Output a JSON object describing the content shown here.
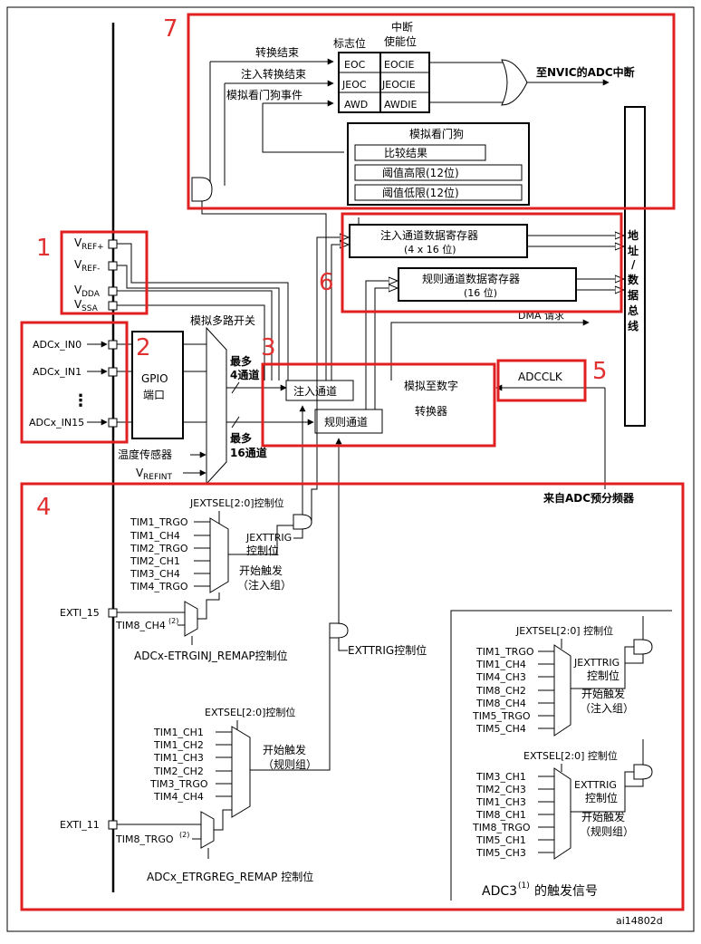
{
  "region_numbers": [
    "1",
    "2",
    "3",
    "4",
    "5",
    "6",
    "7"
  ],
  "interrupt": {
    "flag_header": "标志位",
    "enable_header_1": "中断",
    "enable_header_2": "使能位",
    "signal_conv_end": "转换结束",
    "signal_inj_end": "注入转换结束",
    "signal_awd_event": "模拟看门狗事件",
    "flags": [
      "EOC",
      "JEOC",
      "AWD"
    ],
    "enables": [
      "EOCIE",
      "JEOCIE",
      "AWDIE"
    ],
    "nvic_label": "至NVIC的ADC中断"
  },
  "watchdog": {
    "title": "模拟看门狗",
    "compare": "比较结果",
    "high": "阈值高限(12位)",
    "low": "阈值低限(12位)"
  },
  "bus_label": "地址/数据总线",
  "bus_chars": [
    "地",
    "址",
    "/",
    "数",
    "据",
    "总",
    "线"
  ],
  "registers": {
    "inj_name": "注入通道数据寄存器",
    "inj_size": "(4 x 16 位)",
    "reg_name": "规则通道数据寄存器",
    "reg_size": "(16 位)",
    "dma": "DMA 请求"
  },
  "power_pins": [
    {
      "main": "V",
      "sub": "REF+"
    },
    {
      "main": "V",
      "sub": "REF-"
    },
    {
      "main": "V",
      "sub": "DDA"
    },
    {
      "main": "V",
      "sub": "SSA"
    }
  ],
  "inputs": [
    "ADCx_IN0",
    "ADCx_IN1",
    "ADCx_IN15"
  ],
  "vdots": "⋮",
  "gpio": {
    "line1": "GPIO",
    "line2": "端口"
  },
  "mux": {
    "title": "模拟多路开关",
    "max4_a": "最多",
    "max4_b": "4通道",
    "max16_a": "最多",
    "max16_b": "16通道",
    "temp_sensor": "温度传感器",
    "vrefint_main": "V",
    "vrefint_sub": "REFINT"
  },
  "converter": {
    "inj_channel": "注入通道",
    "reg_channel": "规则通道",
    "title_1": "模拟至数字",
    "title_2": "转换器"
  },
  "clock": {
    "adcclk": "ADCCLK",
    "from_prescaler": "来自ADC预分频器"
  },
  "trigger_inj": {
    "ctrl": "JEXTSEL[2:0]控制位",
    "sources": [
      "TIM1_TRGO",
      "TIM1_CH4",
      "TIM2_TRGO",
      "TIM2_CH1",
      "TIM3_CH4",
      "TIM4_TRGO"
    ],
    "jextrig_1": "JEXTTRIG",
    "jextrig_2": "控制位",
    "start_1": "开始触发",
    "start_2": "（注入组）",
    "exti": "EXTI_15",
    "tim8": "TIM8_CH4",
    "tim8_note": "(2)",
    "remap": "ADCx-ETRGINJ_REMAP控制位"
  },
  "trigger_reg": {
    "exttrig": "EXTTRIG控制位",
    "ctrl": "EXTSEL[2:0]控制位",
    "sources": [
      "TIM1_CH1",
      "TIM1_CH2",
      "TIM1_CH3",
      "TIM2_CH2",
      "TIM3_TRGO",
      "TIM4_CH4"
    ],
    "start_1": "开始触发",
    "start_2": "（规则组）",
    "exti": "EXTI_11",
    "tim8": "TIM8_TRGO",
    "tim8_note": "(2)",
    "remap": "ADCx_ETRGREG_REMAP 控制位"
  },
  "adc3": {
    "inj_ctrl": "JEXTSEL[2:0] 控制位",
    "inj_sources": [
      "TIM1_TRGO",
      "TIM1_CH4",
      "TIM4_CH3",
      "TIM8_CH2",
      "TIM8_CH4",
      "TIM5_TRGO",
      "TIM5_CH4"
    ],
    "inj_jextrig_1": "JEXTTRIG",
    "inj_jextrig_2": "控制位",
    "inj_start_1": "开始触发",
    "inj_start_2": "（注入组）",
    "reg_ctrl": "EXTSEL[2:0] 控制位",
    "reg_sources": [
      "TIM3_CH1",
      "TIM2_CH3",
      "TIM1_CH3",
      "TIM8_CH1",
      "TIM8_TRGO",
      "TIM5_CH1",
      "TIM5_CH3"
    ],
    "reg_exttrig_1": "EXTTRIG",
    "reg_exttrig_2": "控制位",
    "reg_start_1": "开始触发",
    "reg_start_2": "（规则组）",
    "caption_pre": "ADC3",
    "caption_note": "(1)",
    "caption_post": "的触发信号"
  },
  "figure_id": "ai14802d",
  "colors": {
    "highlight": "#e02020",
    "line": "#000000"
  }
}
